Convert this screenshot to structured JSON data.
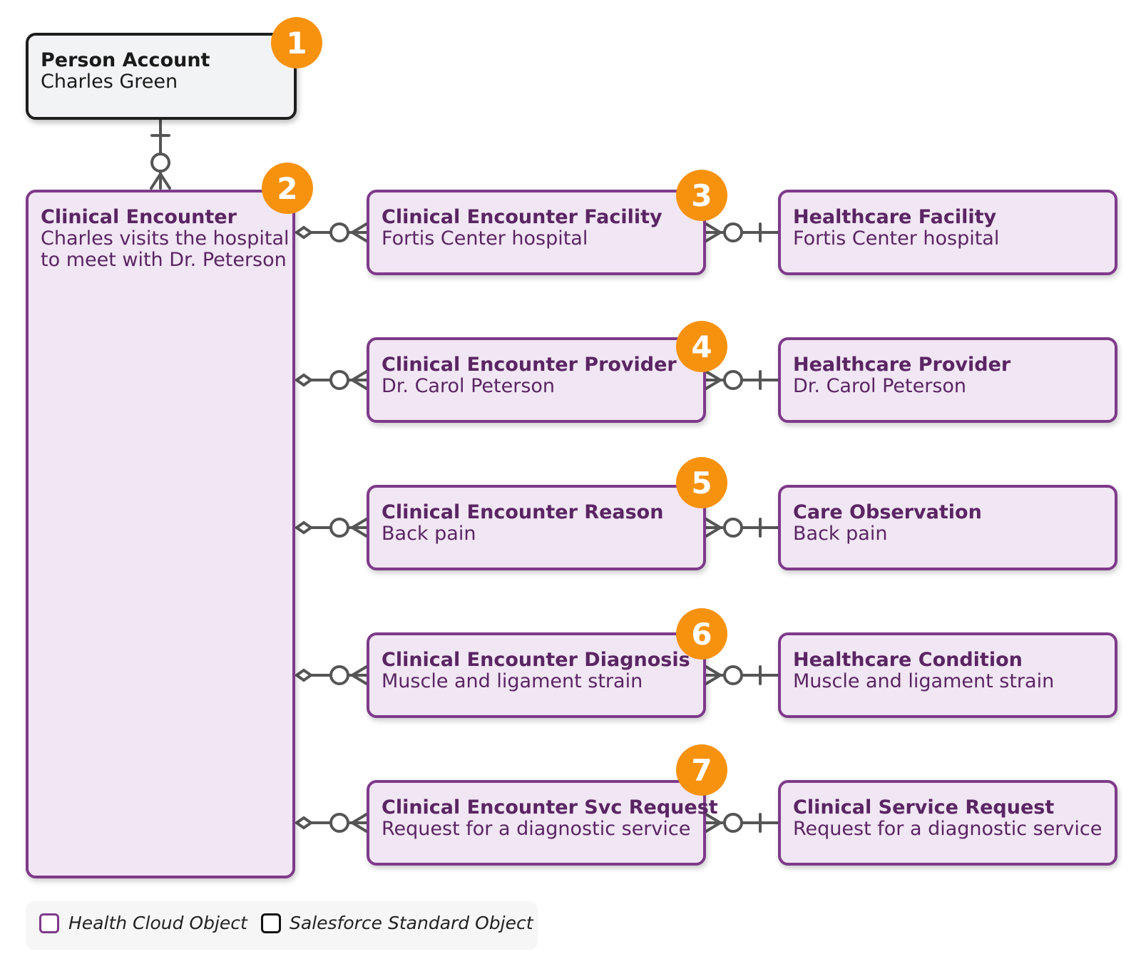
{
  "objects": [
    {
      "num": "1",
      "title": "Person Account",
      "subtitle": "Charles Green",
      "kind": "standard"
    },
    {
      "num": "2",
      "title": "Clinical Encounter",
      "subtitle": "Charles visits the hospital",
      "subtitle2": "to meet with Dr. Peterson",
      "kind": "health-cloud"
    },
    {
      "num": "3",
      "title": "Clinical Encounter Facility",
      "subtitle": "Fortis Center hospital",
      "kind": "health-cloud"
    },
    {
      "num": "4",
      "title": "Clinical Encounter Provider",
      "subtitle": "Dr. Carol Peterson",
      "kind": "health-cloud"
    },
    {
      "num": "5",
      "title": "Clinical Encounter Reason",
      "subtitle": "Back pain",
      "kind": "health-cloud"
    },
    {
      "num": "6",
      "title": "Clinical Encounter Diagnosis",
      "subtitle": "Muscle and ligament strain",
      "kind": "health-cloud"
    },
    {
      "num": "7",
      "title": "Clinical Encounter Svc Request",
      "subtitle": "Request for a diagnostic service",
      "kind": "health-cloud"
    }
  ],
  "related": [
    {
      "title": "Healthcare Facility",
      "subtitle": "Fortis Center hospital",
      "kind": "health-cloud"
    },
    {
      "title": "Healthcare Provider",
      "subtitle": "Dr. Carol Peterson",
      "kind": "health-cloud"
    },
    {
      "title": "Care Observation",
      "subtitle": "Back pain",
      "kind": "health-cloud"
    },
    {
      "title": "Healthcare Condition",
      "subtitle": "Muscle and ligament strain",
      "kind": "health-cloud"
    },
    {
      "title": "Clinical Service Request",
      "subtitle": "Request for a diagnostic service",
      "kind": "health-cloud"
    }
  ],
  "relationships": [
    {
      "from": "Person Account",
      "to": "Clinical Encounter",
      "from_end": "one",
      "to_end": "zero-or-many"
    },
    {
      "from": "Clinical Encounter",
      "to": "Clinical Encounter Facility",
      "from_end": "aggregation",
      "to_end": "zero-or-many"
    },
    {
      "from": "Clinical Encounter",
      "to": "Clinical Encounter Provider",
      "from_end": "aggregation",
      "to_end": "zero-or-many"
    },
    {
      "from": "Clinical Encounter",
      "to": "Clinical Encounter Reason",
      "from_end": "aggregation",
      "to_end": "zero-or-many"
    },
    {
      "from": "Clinical Encounter",
      "to": "Clinical Encounter Diagnosis",
      "from_end": "aggregation",
      "to_end": "zero-or-many"
    },
    {
      "from": "Clinical Encounter",
      "to": "Clinical Encounter Svc Request",
      "from_end": "aggregation",
      "to_end": "zero-or-many"
    },
    {
      "from": "Clinical Encounter Facility",
      "to": "Healthcare Facility",
      "from_end": "many",
      "to_end": "zero-or-one"
    },
    {
      "from": "Clinical Encounter Provider",
      "to": "Healthcare Provider",
      "from_end": "many",
      "to_end": "zero-or-one"
    },
    {
      "from": "Clinical Encounter Reason",
      "to": "Care Observation",
      "from_end": "many",
      "to_end": "zero-or-one"
    },
    {
      "from": "Clinical Encounter Diagnosis",
      "to": "Healthcare Condition",
      "from_end": "many",
      "to_end": "zero-or-one"
    },
    {
      "from": "Clinical Encounter Svc Request",
      "to": "Clinical Service Request",
      "from_end": "many",
      "to_end": "zero-or-one"
    }
  ],
  "legend": {
    "health_cloud_label": "Health Cloud Object",
    "standard_label": "Salesforce Standard Object"
  },
  "colors": {
    "health_cloud_border": "#7e3a8a",
    "health_cloud_fill": "#f1e6f3",
    "health_cloud_text": "#5a2563",
    "standard_border": "#1e1e1e",
    "standard_fill": "#f2f3f4",
    "badge": "#f7920f",
    "connector": "#555555"
  }
}
